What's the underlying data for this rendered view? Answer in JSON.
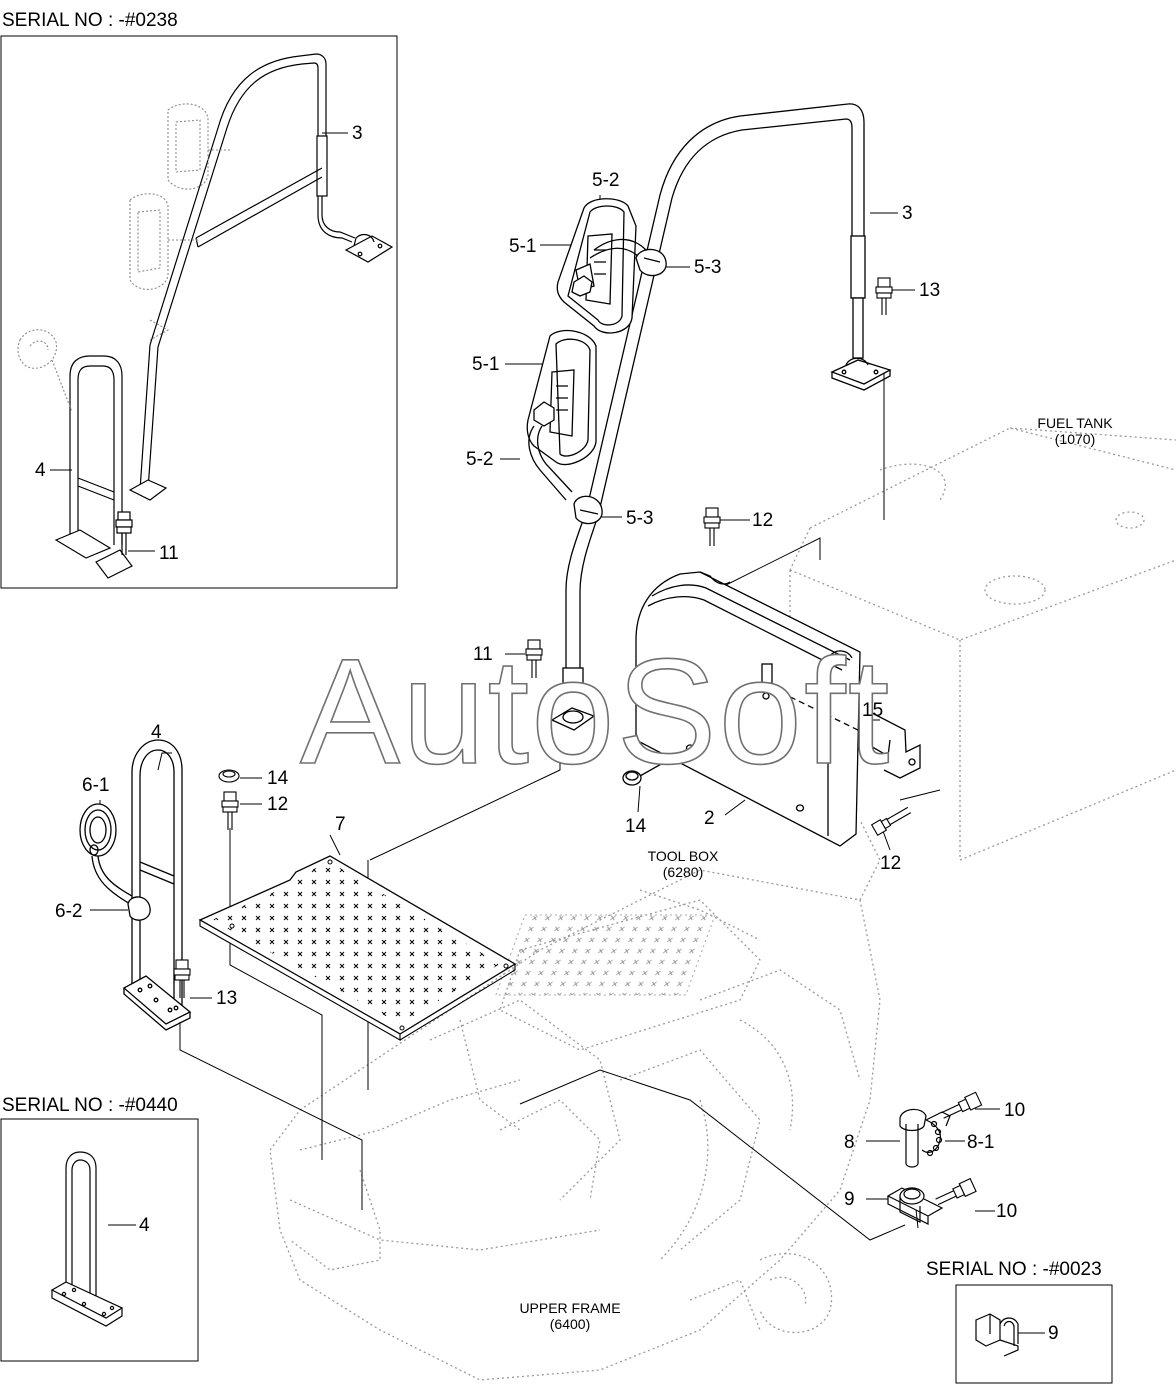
{
  "watermark": "AutoSoft",
  "insets": [
    {
      "id": "0238",
      "title": "SERIAL NO : -#0238"
    },
    {
      "id": "0440",
      "title": "SERIAL NO : -#0440"
    },
    {
      "id": "0023",
      "title": "SERIAL NO : -#0023"
    }
  ],
  "captions": {
    "fuel_tank": {
      "name": "FUEL TANK",
      "code": "(1070)"
    },
    "tool_box": {
      "name": "TOOL BOX",
      "code": "(6280)"
    },
    "upper_frame": {
      "name": "UPPER FRAME",
      "code": "(6400)"
    }
  },
  "part_labels": {
    "l_3_inset": "3",
    "l_4_inset": "4",
    "l_11_inset": "11",
    "l_5_2_top": "5-2",
    "l_5_1_top": "5-1",
    "l_5_3_top": "5-3",
    "l_3_main": "3",
    "l_13_main": "13",
    "l_5_1_mid": "5-1",
    "l_5_2_mid": "5-2",
    "l_5_3_mid": "5-3",
    "l_12_top": "12",
    "l_11_main": "11",
    "l_15": "15",
    "l_4_main": "4",
    "l_6_1": "6-1",
    "l_14_left": "14",
    "l_12_left": "12",
    "l_7": "7",
    "l_14_box": "14",
    "l_2": "2",
    "l_12_right": "12",
    "l_6_2": "6-2",
    "l_13_left": "13",
    "l_10_top": "10",
    "l_8": "8",
    "l_8_1": "8-1",
    "l_9": "9",
    "l_10_bottom": "10",
    "l_4_inset2": "4",
    "l_9_inset": "9"
  }
}
